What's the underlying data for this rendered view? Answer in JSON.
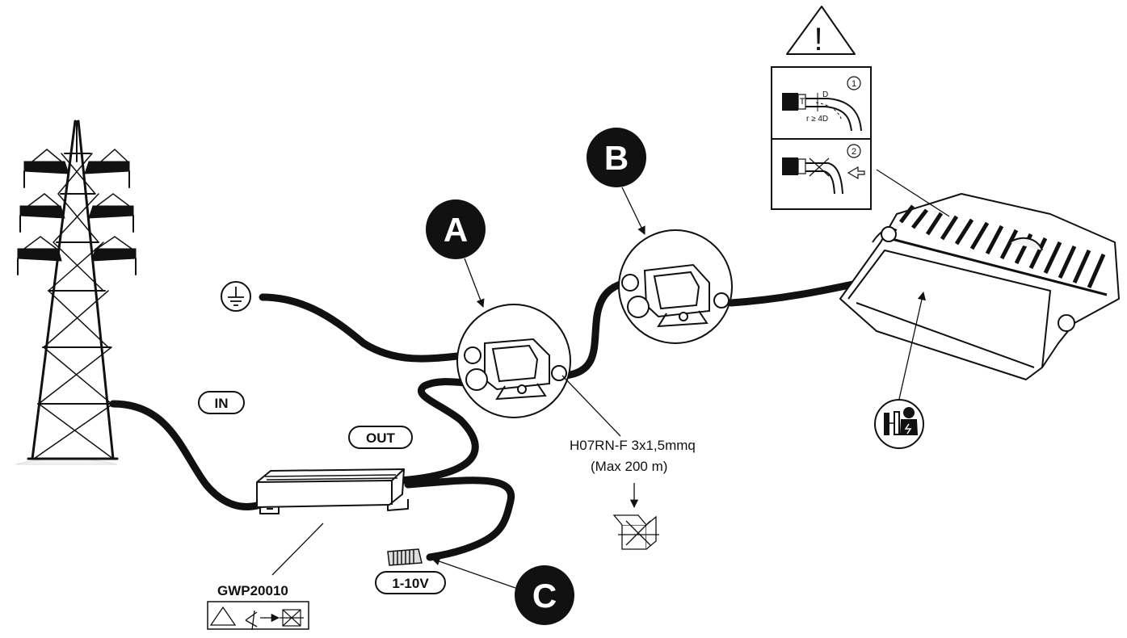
{
  "markers": {
    "a": "A",
    "b": "B",
    "c": "C"
  },
  "pill_labels": {
    "in": "IN",
    "out": "OUT",
    "dim": "1-10V"
  },
  "cable_spec": {
    "line1": "H07RN-F 3x1,5mmq",
    "line2": "(Max 200 m)"
  },
  "driver_code": "GWP20010",
  "bend_detail": {
    "step1": "1",
    "step2": "2",
    "dim_label": "D",
    "radius_label": "r ≥ 4D",
    "warning_mark": "!"
  },
  "icons": [
    "power-pylon-icon",
    "ground-symbol-icon",
    "junction-box-icon",
    "floodlight-icon",
    "electrician-icon",
    "warning-triangle-icon",
    "eye-check-icon",
    "open-box-icon",
    "connector-plug-icon",
    "arrow-icon"
  ],
  "colors": {
    "ink": "#111111",
    "marker_fill": "#111111",
    "marker_text": "#ffffff",
    "paper": "#ffffff"
  }
}
